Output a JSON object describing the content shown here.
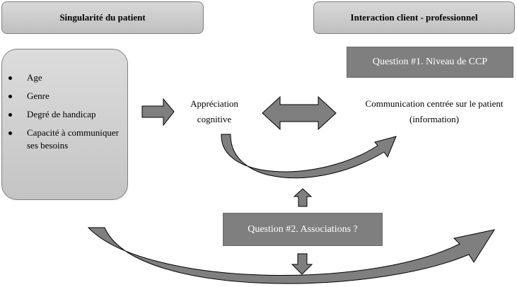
{
  "headers": {
    "left": "Singularité du patient",
    "right": "Interaction client - professionnel"
  },
  "patient_characteristics": [
    "Age",
    "Genre",
    "Degré de handicap",
    "Capacité à communiquer ses besoins"
  ],
  "questions": {
    "q1": "Question #1. Niveau de CCP",
    "q2": "Question #2. Associations ?"
  },
  "nodes": {
    "appreciation": "Appréciation cognitive",
    "communication": "Communication centrée sur le patient (information)"
  },
  "colors": {
    "arrow_fill": "#7f7f7f",
    "question_box": "#7f7f7f",
    "header_fill": "#cccccc",
    "outline": "#000000"
  }
}
